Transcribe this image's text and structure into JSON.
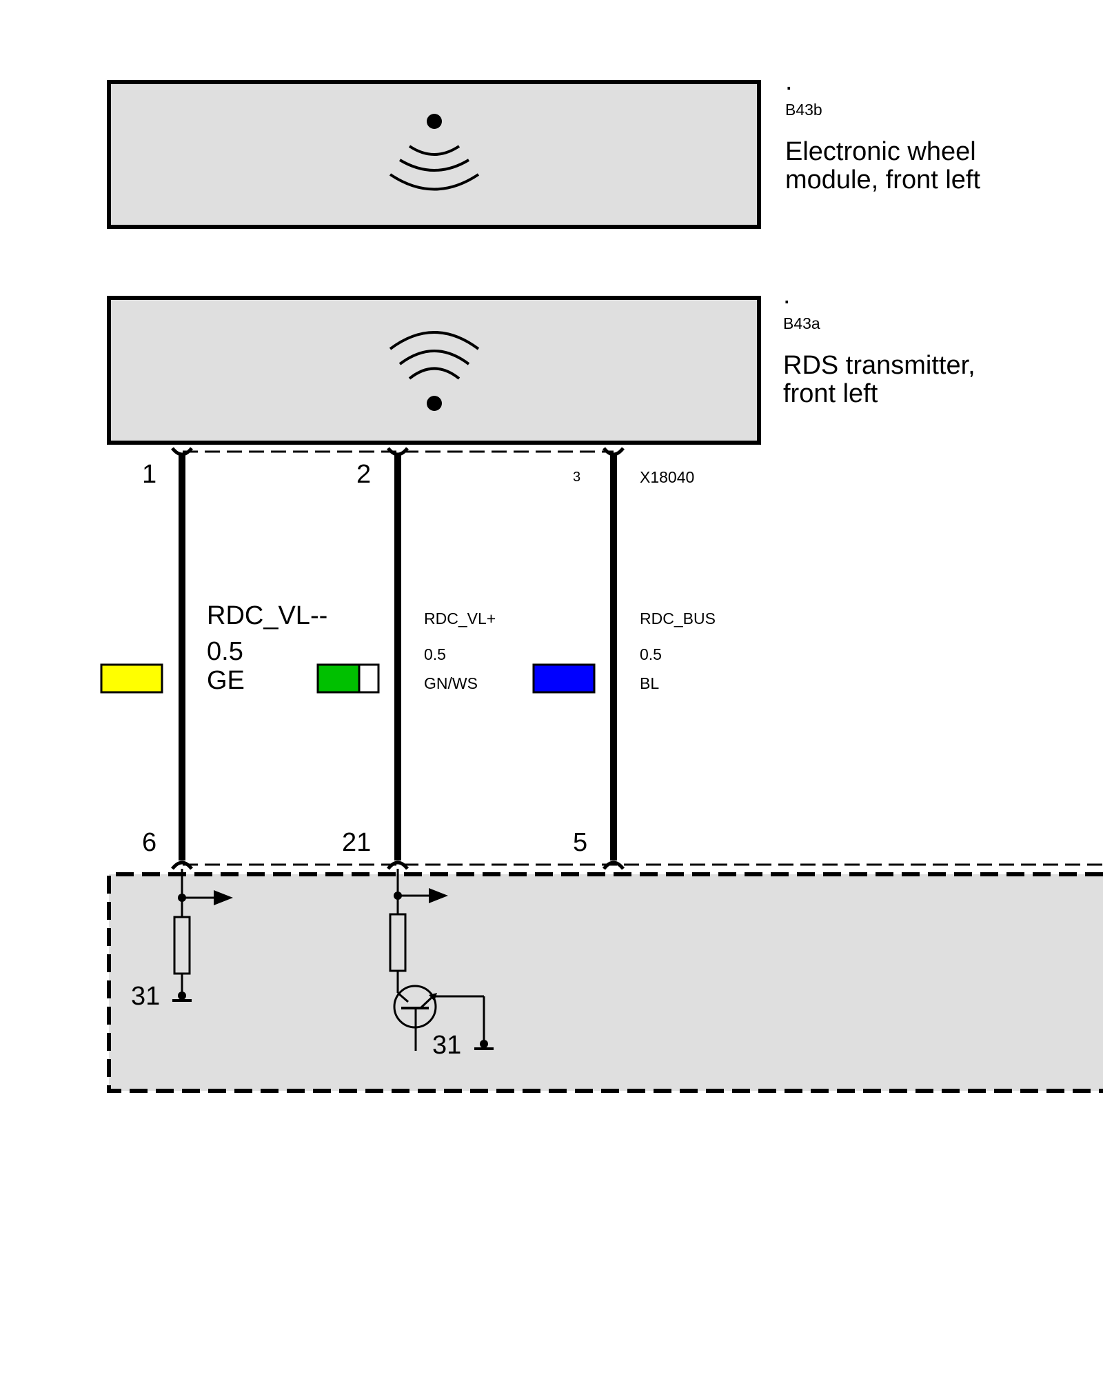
{
  "components": {
    "b43b": {
      "dot": ".",
      "code": "B43b",
      "name_line1": "Electronic wheel",
      "name_line2": "module, front left"
    },
    "b43a": {
      "dot": ".",
      "code": "B43a",
      "name_line1": "RDS transmitter,",
      "name_line2": "front left"
    }
  },
  "connector": {
    "id": "X18040"
  },
  "wires": [
    {
      "pin_top": "1",
      "pin_bottom": "6",
      "signal": "RDC_VL--",
      "size": "0.5",
      "color_code": "GE",
      "colors": [
        "#ffff00"
      ]
    },
    {
      "pin_top": "2",
      "pin_bottom": "21",
      "signal": "RDC_VL+",
      "size": "0.5",
      "color_code": "GN/WS",
      "colors": [
        "#00c000",
        "#ffffff"
      ]
    },
    {
      "pin_top": "3",
      "pin_bottom": "5",
      "signal": "RDC_BUS",
      "size": "0.5",
      "color_code": "BL",
      "colors": [
        "#0000ff"
      ]
    }
  ],
  "ground": {
    "label_1": "31",
    "label_2": "31"
  },
  "colors": {
    "box_fill": "#dfdfdf",
    "line": "#000000"
  }
}
